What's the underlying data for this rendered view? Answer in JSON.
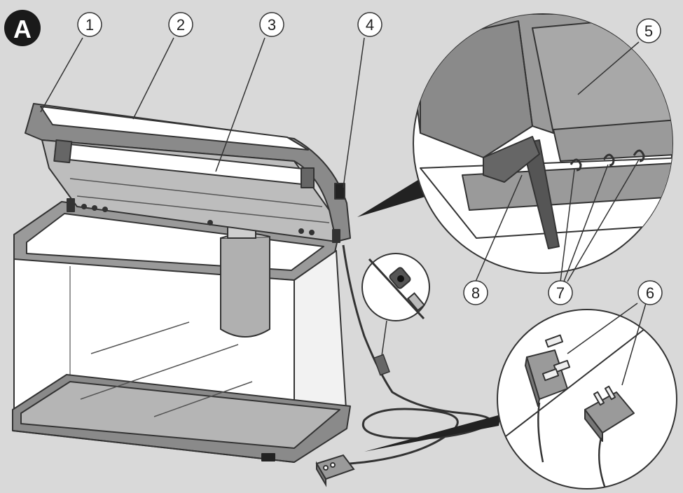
{
  "figure_badge": "A",
  "callouts": [
    {
      "id": "c1",
      "label": "1"
    },
    {
      "id": "c2",
      "label": "2"
    },
    {
      "id": "c3",
      "label": "3"
    },
    {
      "id": "c4",
      "label": "4"
    },
    {
      "id": "c5",
      "label": "5"
    },
    {
      "id": "c6",
      "label": "6"
    },
    {
      "id": "c7",
      "label": "7"
    },
    {
      "id": "c8",
      "label": "8"
    }
  ],
  "colors": {
    "background": "#d9d9d9",
    "line": "#333333",
    "glass": "#ffffff",
    "frame": "#8a8a8a",
    "badge": "#1a1a1a"
  }
}
